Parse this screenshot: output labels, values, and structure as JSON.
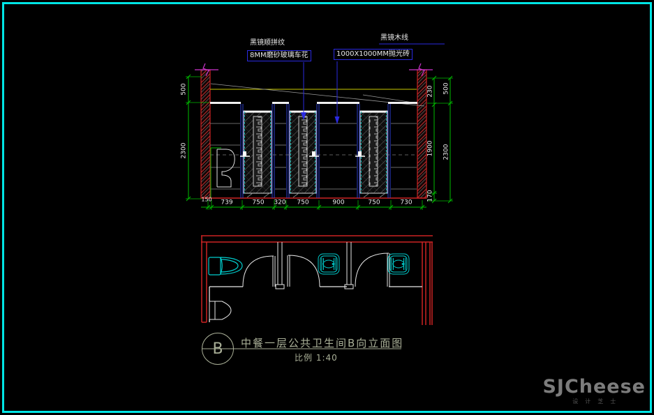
{
  "drawing": {
    "notes": {
      "note_left_line1": "黑镜顺拼纹",
      "note_left_line2": "8MM磨砂玻璃车花",
      "note_right_top": "黑镜木线",
      "note_right_box": "1000X1000MM抛光砖"
    },
    "dims": {
      "bottom": [
        "150",
        "739",
        "750",
        "320",
        "750",
        "900",
        "750",
        "730"
      ],
      "left": [
        "500",
        "2300"
      ],
      "right_inner": [
        "230",
        "1900",
        "170"
      ],
      "right_outer": [
        "500",
        "2300"
      ]
    },
    "title": {
      "bubble": "B",
      "text": "中餐一层公共卫生间B向立面图",
      "scale": "比例 1:40"
    }
  },
  "watermark": {
    "brand": "SJCheese",
    "sub": "设计芝士"
  },
  "colors": {
    "frame_cyan": "#00e5e5",
    "wall_red": "#cc2222",
    "dim_green": "#00bb00",
    "leader_blue": "#2a2ae0",
    "ceiling_yellow": "#cccc00",
    "break_magenta": "#cc33cc",
    "fixture_cyan": "#00cccc",
    "text_white": "#e8e8e8",
    "title_green": "#a9af97"
  }
}
